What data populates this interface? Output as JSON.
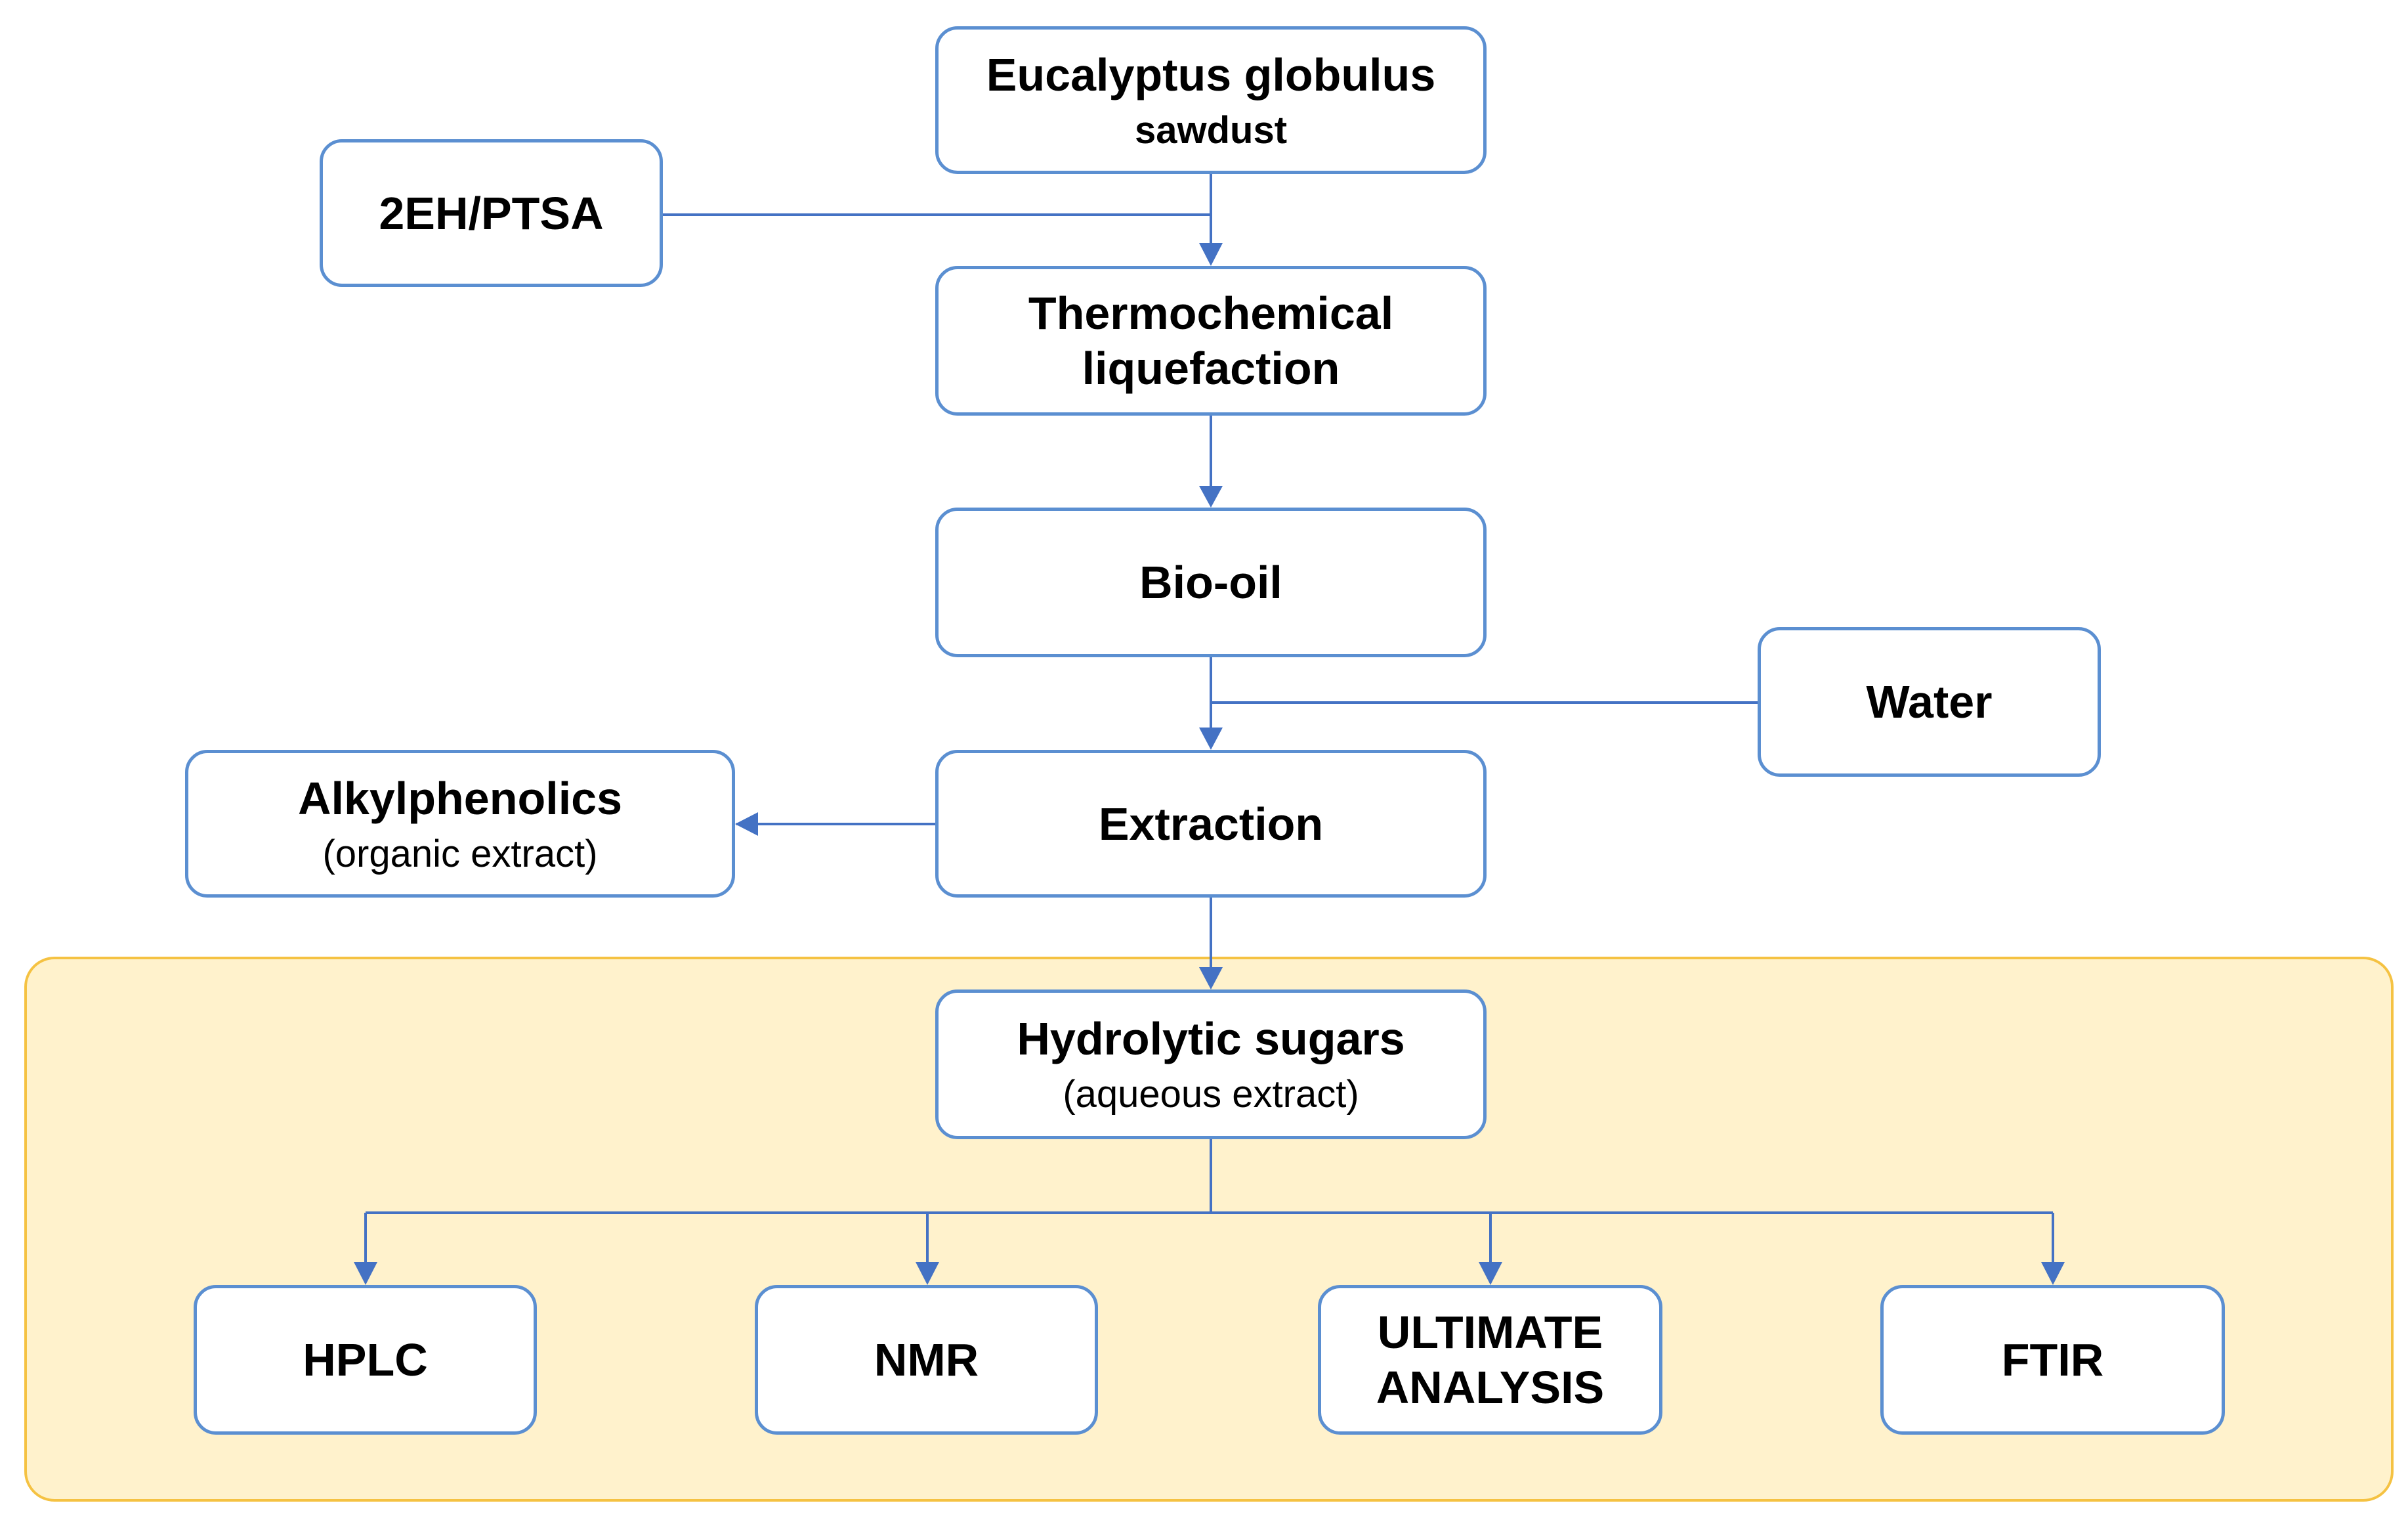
{
  "colors": {
    "node_border": "#5b8fd1",
    "arrow": "#4472c4",
    "panel_fill": "#fff2cc",
    "panel_border": "#f5c242"
  },
  "nodes": {
    "feedstock": {
      "title": "Eucalyptus globulus",
      "subtitle": "sawdust"
    },
    "catalyst": {
      "title": "2EH/PTSA"
    },
    "liquefaction": {
      "title": "Thermochemical liquefaction"
    },
    "bio_oil": {
      "title": "Bio-oil"
    },
    "water": {
      "title": "Water"
    },
    "extraction": {
      "title": "Extraction"
    },
    "alkylphenolics": {
      "title": "Alkylphenolics",
      "subtitle": "(organic extract)"
    },
    "sugars": {
      "title": "Hydrolytic sugars",
      "subtitle": "(aqueous extract)"
    },
    "hplc": {
      "title": "HPLC"
    },
    "nmr": {
      "title": "NMR"
    },
    "ultimate": {
      "title": "ULTIMATE ANALYSIS"
    },
    "ftir": {
      "title": "FTIR"
    }
  }
}
